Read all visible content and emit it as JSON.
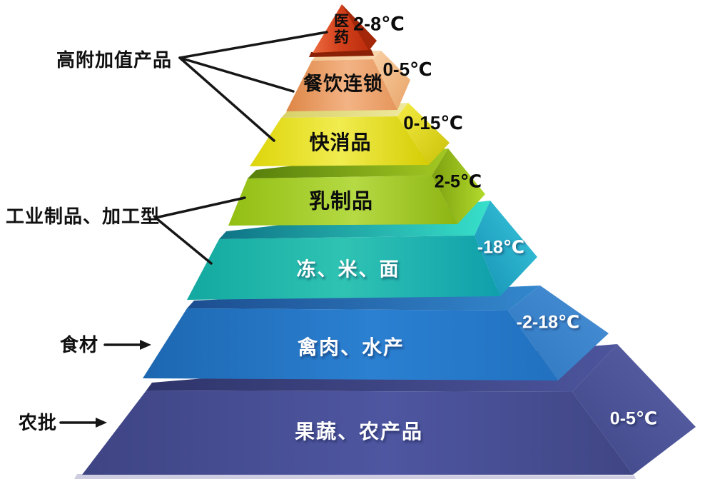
{
  "page": {
    "background": "#ffffff"
  },
  "pyramid": {
    "description": "cold-chain temperature pyramid",
    "layers": [
      {
        "label": "医药",
        "temp": "2-8℃",
        "color": "#cf3a17",
        "temp_text": "dark"
      },
      {
        "label": "餐饮连锁",
        "temp": "0-5℃",
        "color": "#efa873",
        "temp_text": "dark"
      },
      {
        "label": "快消品",
        "temp": "0-15℃",
        "color": "#e9e215",
        "temp_text": "dark"
      },
      {
        "label": "乳制品",
        "temp": "2-5℃",
        "color": "#a3cd27",
        "temp_text": "dark"
      },
      {
        "label": "冻、米、面",
        "temp": "-18℃",
        "color": "#17aea6",
        "temp_text": "light"
      },
      {
        "label": "禽肉、水产",
        "temp": "-2-18℃",
        "color": "#2577c6",
        "temp_text": "light"
      },
      {
        "label": "果蔬、农产品",
        "temp": "0-5℃",
        "color": "#454c8e",
        "temp_text": "light"
      }
    ],
    "annotations": [
      {
        "label": "高附加值产品",
        "points_to": [
          "医药",
          "餐饮连锁",
          "快消品"
        ]
      },
      {
        "label": "工业制品、加工型",
        "points_to": [
          "乳制品",
          "冻、米、面"
        ]
      },
      {
        "label": "食材",
        "points_to": [
          "禽肉、水产"
        ]
      },
      {
        "label": "农批",
        "points_to": [
          "果蔬、农产品"
        ]
      }
    ],
    "line_color": "#161616"
  }
}
